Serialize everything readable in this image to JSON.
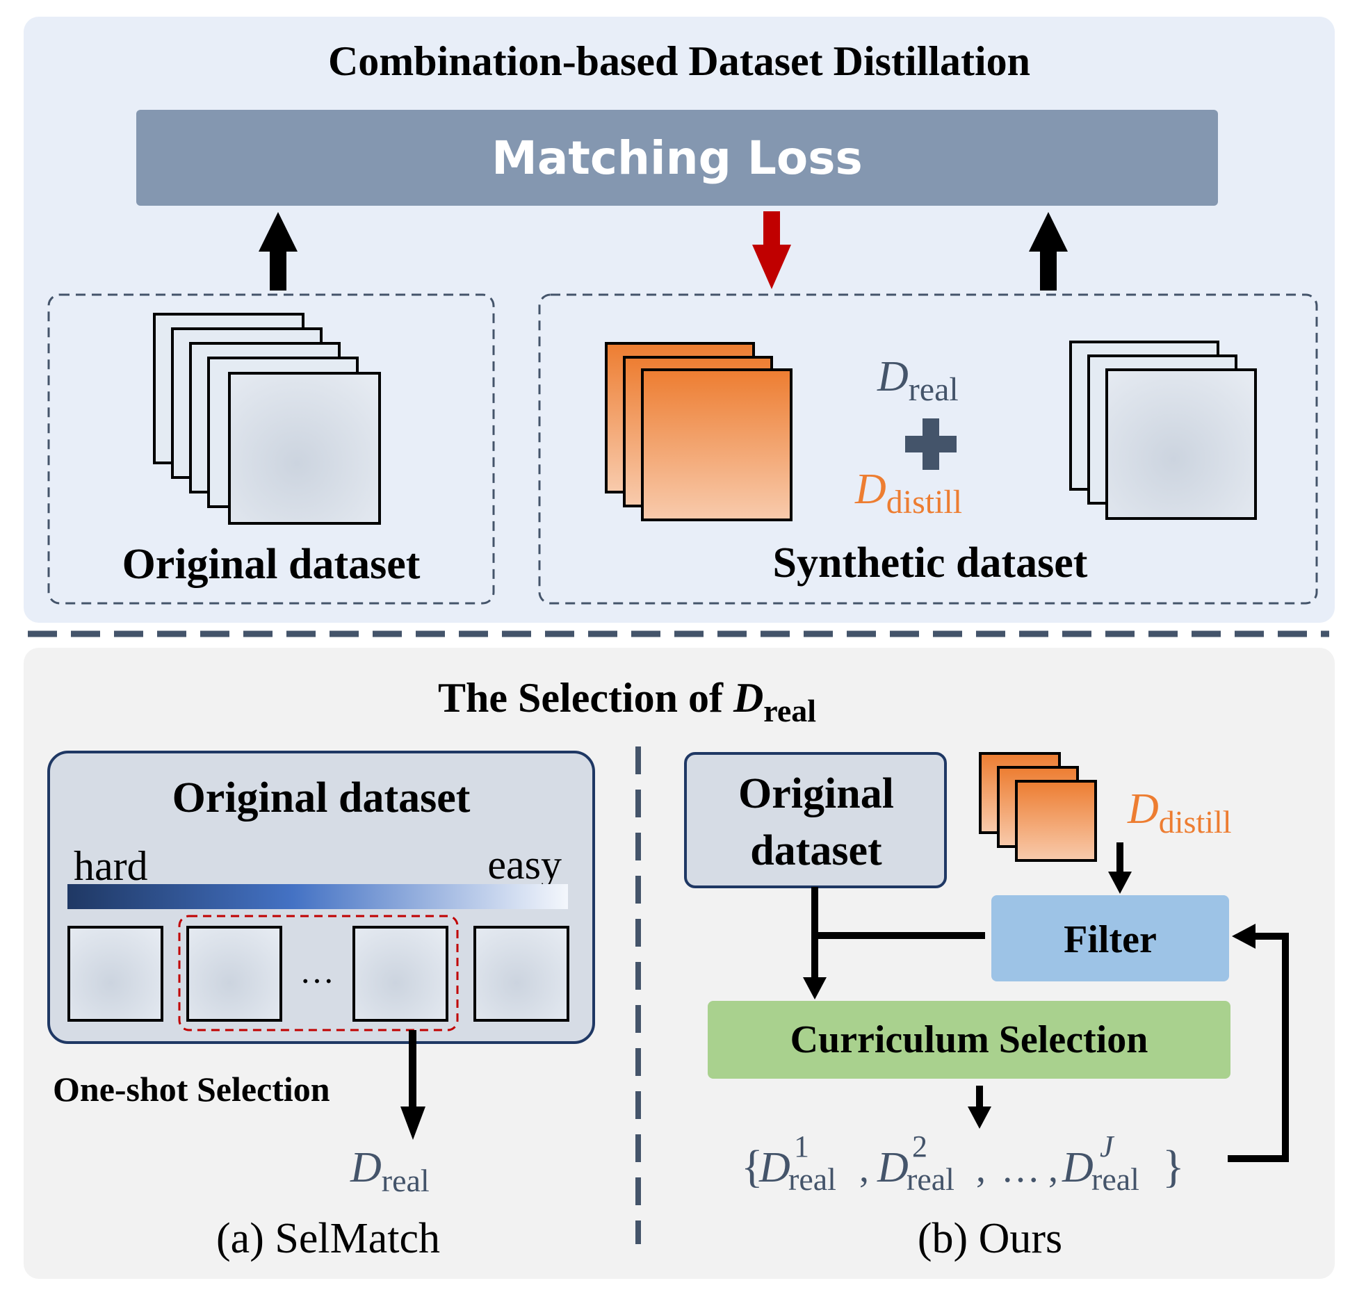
{
  "top": {
    "title": "Combination-based Dataset Distillation",
    "matching_loss": "Matching Loss",
    "original_label": "Original dataset",
    "synthetic_label": "Synthetic dataset",
    "d_real": {
      "base": "D",
      "sub": "real"
    },
    "d_distill": {
      "base": "D",
      "sub": "distill"
    }
  },
  "bottom": {
    "title_prefix": "The Selection of ",
    "title_base": "D",
    "title_sub": "real",
    "selmatch": {
      "box_title": "Original dataset",
      "hard": "hard",
      "easy": "easy",
      "ellipsis": "…",
      "one_shot": "One-shot Selection",
      "d_real_base": "D",
      "d_real_sub": "real",
      "caption": "(a) SelMatch"
    },
    "ours": {
      "orig_line1": "Original",
      "orig_line2": "dataset",
      "d_distill_base": "D",
      "d_distill_sub": "distill",
      "filter": "Filter",
      "curriculum": "Curriculum Selection",
      "set_open": "{",
      "set_close": "}",
      "set_sep": ",",
      "set_ellipsis": "…",
      "items": [
        {
          "base": "D",
          "sup": "1",
          "sub": "real"
        },
        {
          "base": "D",
          "sup": "2",
          "sub": "real"
        },
        {
          "base": "D",
          "sup": "J",
          "sub": "real"
        }
      ],
      "caption": "(b) Ours"
    }
  },
  "colors": {
    "top_panel": "#e8eef8",
    "bottom_panel": "#f2f2f2",
    "matching_bar": "#8497b0",
    "dash_navy": "#44546a",
    "red_arrow": "#c00000",
    "orange_text": "#ed7d31",
    "real_text": "#44546a",
    "filter_fill": "#9dc3e6",
    "curriculum_fill": "#a9d18e",
    "orig_box_fill": "#d6dce5"
  }
}
